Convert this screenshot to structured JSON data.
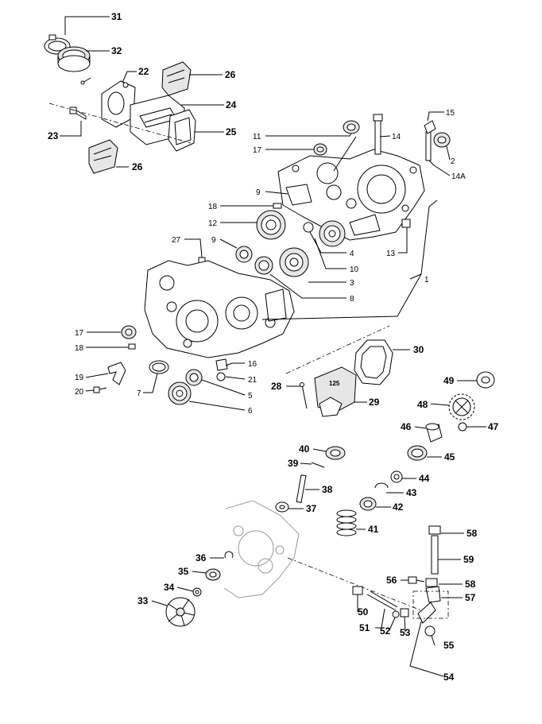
{
  "diagram": {
    "labels": {
      "l31": "31",
      "l32": "32",
      "l22": "22",
      "l26a": "26",
      "l24": "24",
      "l23": "23",
      "l25": "25",
      "l26b": "26",
      "l15": "15",
      "l11": "11",
      "l14": "14",
      "l17a": "17",
      "l2": "2",
      "l14a": "14A",
      "l9a": "9",
      "l18a": "18",
      "l12": "12",
      "l9b": "9",
      "l27": "27",
      "l4": "4",
      "l13": "13",
      "l10": "10",
      "l3": "3",
      "l1": "1",
      "l8": "8",
      "l17b": "17",
      "l18b": "18",
      "l16": "16",
      "l19": "19",
      "l21": "21",
      "l20": "20",
      "l7": "7",
      "l5": "5",
      "l6": "6",
      "l30": "30",
      "l28": "28",
      "l29": "29",
      "l49": "49",
      "l48": "48",
      "l46": "46",
      "l47": "47",
      "l45": "45",
      "l40": "40",
      "l39": "39",
      "l44": "44",
      "l38": "38",
      "l43": "43",
      "l37": "37",
      "l42": "42",
      "l41": "41",
      "l58a": "58",
      "l59": "59",
      "l36": "36",
      "l35": "35",
      "l56": "56",
      "l58b": "58",
      "l34": "34",
      "l57": "57",
      "l33": "33",
      "l50": "50",
      "l51": "51",
      "l52": "52",
      "l53": "53",
      "l55": "55",
      "l54": "54"
    },
    "stamp": "125"
  }
}
